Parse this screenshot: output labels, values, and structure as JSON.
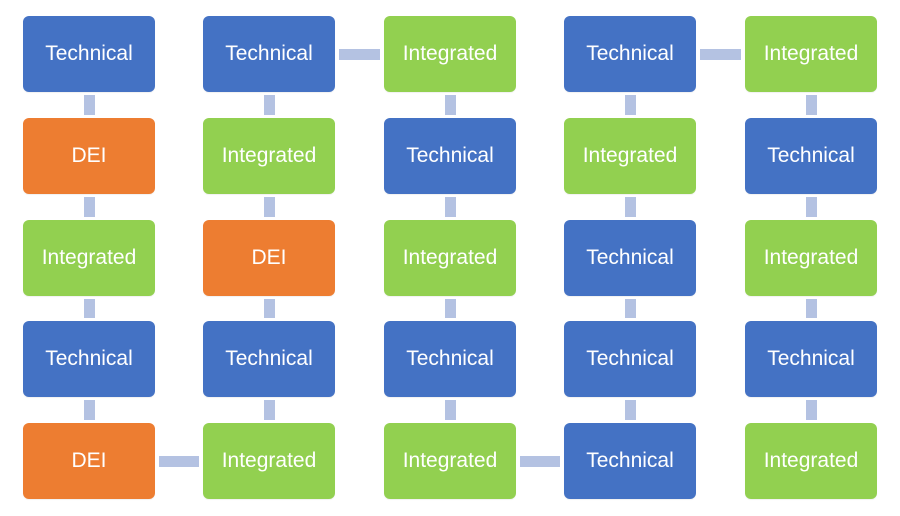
{
  "colors": {
    "Technical": "#4472c4",
    "DEI": "#ed7d31",
    "Integrated": "#92d050",
    "connector": "#b4c2e2"
  },
  "columns": [
    [
      "Technical",
      "DEI",
      "Integrated",
      "Technical",
      "DEI"
    ],
    [
      "Technical",
      "Integrated",
      "DEI",
      "Technical",
      "Integrated"
    ],
    [
      "Integrated",
      "Technical",
      "Integrated",
      "Technical",
      "Integrated"
    ],
    [
      "Technical",
      "Integrated",
      "Technical",
      "Technical",
      "Technical"
    ],
    [
      "Integrated",
      "Technical",
      "Integrated",
      "Technical",
      "Integrated"
    ]
  ],
  "horizontal_links": [
    {
      "from_column": 0,
      "to_column": 1,
      "row": 4
    },
    {
      "from_column": 1,
      "to_column": 2,
      "row": 0
    },
    {
      "from_column": 2,
      "to_column": 3,
      "row": 4
    },
    {
      "from_column": 3,
      "to_column": 4,
      "row": 0
    }
  ]
}
